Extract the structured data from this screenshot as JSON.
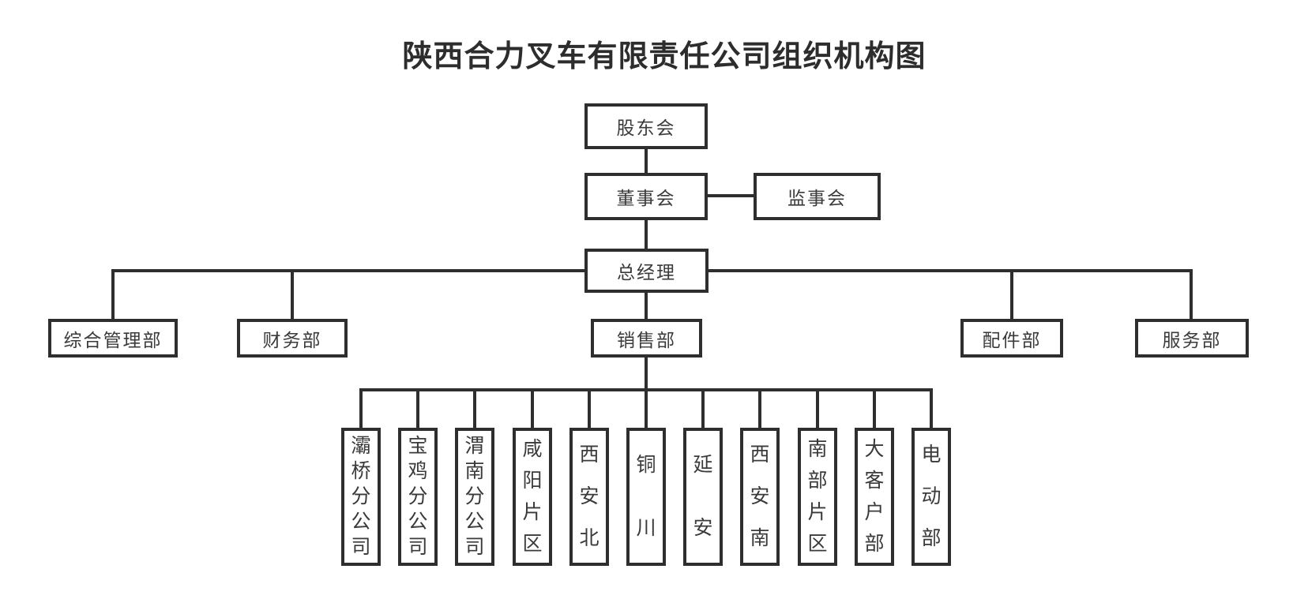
{
  "title": "陕西合力叉车有限责任公司组织机构图",
  "colors": {
    "line": "#2e2e2e",
    "text": "#3a3a3a",
    "background": "#ffffff"
  },
  "chart_data": {
    "type": "org-chart",
    "title": "陕西合力叉车有限责任公司组织机构图",
    "hierarchy": {
      "root": "股东会",
      "children": [
        {
          "name": "董事会",
          "lateral": [
            "监事会"
          ],
          "children": [
            {
              "name": "总经理",
              "children": [
                {
                  "name": "综合管理部"
                },
                {
                  "name": "财务部"
                },
                {
                  "name": "销售部",
                  "children": [
                    "灞桥分公司",
                    "宝鸡分公司",
                    "渭南分公司",
                    "咸阳片区",
                    "西安北",
                    "铜川",
                    "延安",
                    "西安南",
                    "南部片区",
                    "大客户部",
                    "电动部"
                  ]
                },
                {
                  "name": "配件部"
                },
                {
                  "name": "服务部"
                }
              ]
            }
          ]
        }
      ]
    }
  },
  "nodes": {
    "shareholders": {
      "label": "股东会"
    },
    "board": {
      "label": "董事会"
    },
    "supervisors": {
      "label": "监事会"
    },
    "general_manager": {
      "label": "总经理"
    }
  },
  "departments": [
    {
      "label": "综合管理部"
    },
    {
      "label": "财务部"
    },
    {
      "label": "销售部"
    },
    {
      "label": "配件部"
    },
    {
      "label": "服务部"
    }
  ],
  "sales_units": [
    {
      "label": "灞桥分公司"
    },
    {
      "label": "宝鸡分公司"
    },
    {
      "label": "渭南分公司"
    },
    {
      "label": "咸阳片区"
    },
    {
      "label": "西安北"
    },
    {
      "label": "铜川"
    },
    {
      "label": "延安"
    },
    {
      "label": "西安南"
    },
    {
      "label": "南部片区"
    },
    {
      "label": "大客户部"
    },
    {
      "label": "电动部"
    }
  ]
}
